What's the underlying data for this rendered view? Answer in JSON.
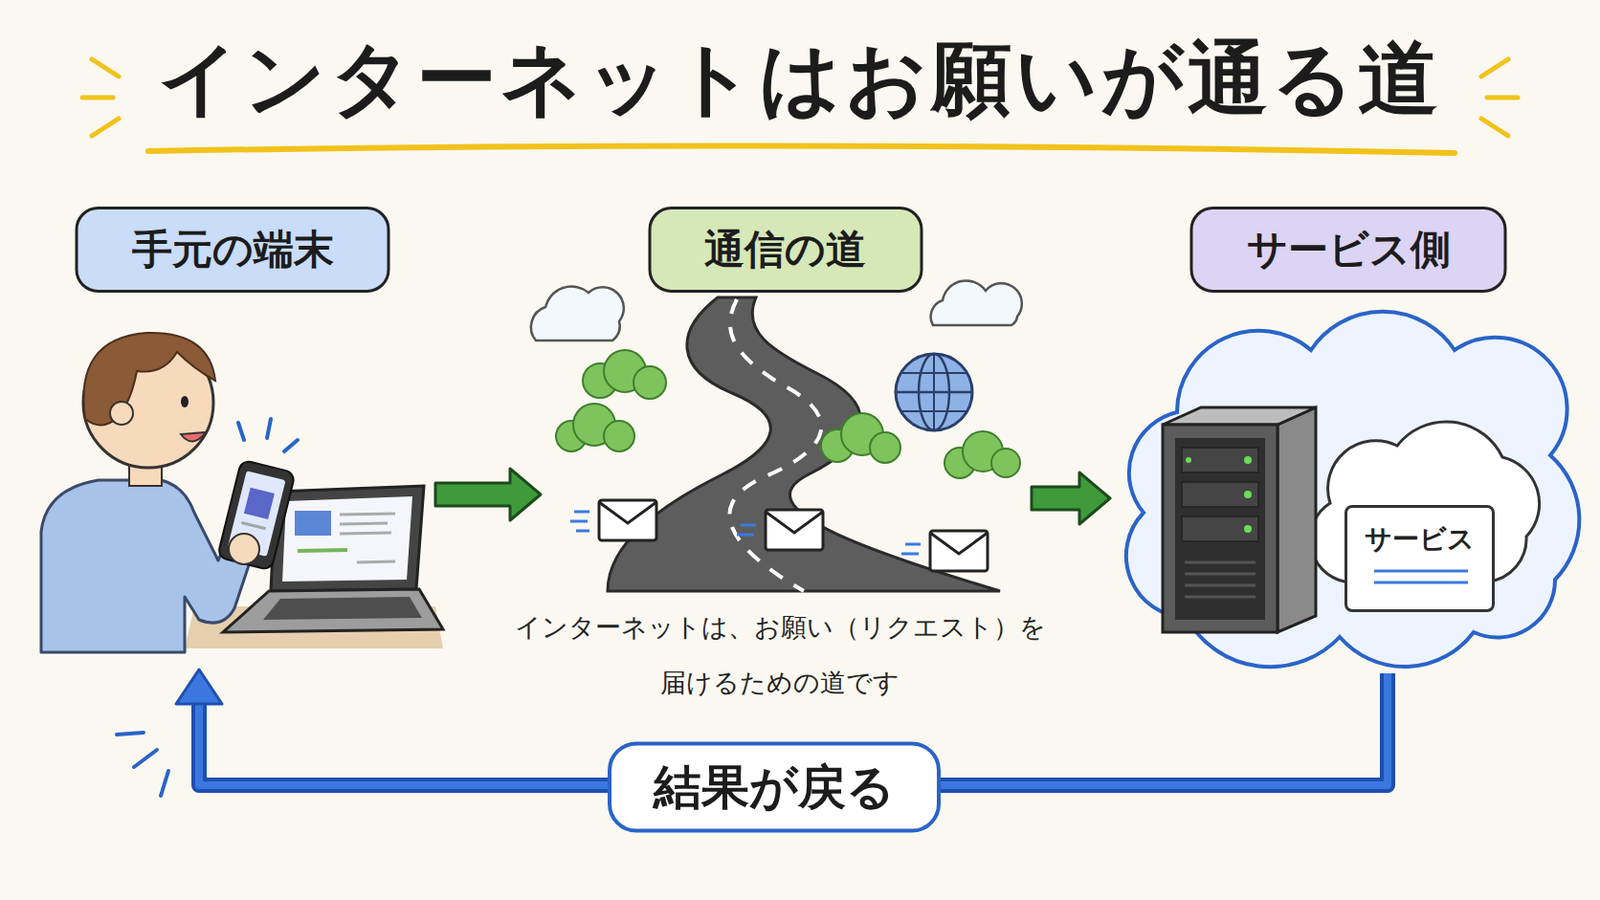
{
  "diagram": {
    "title": "インターネットはお願いが通る道",
    "nodes": [
      {
        "text": [
          "手元の端末"
        ]
      },
      {
        "text": [
          "通信の道",
          "インターネットは、お願い（リクエスト）を 届けるための道です"
        ]
      },
      {
        "text": [
          "サービス側"
        ]
      },
      {
        "text": [
          "サービス"
        ],
        "in": 2
      }
    ],
    "edges": [
      {
        "from": 0,
        "to": 1,
        "arrow": "to"
      },
      {
        "from": 1,
        "to": 2,
        "arrow": "to"
      },
      {
        "from": 2,
        "to": 0,
        "arrow": "to",
        "label": "結果が戻る"
      }
    ]
  }
}
